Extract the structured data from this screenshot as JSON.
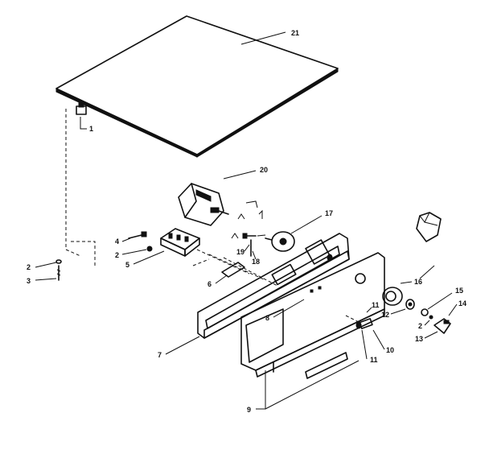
{
  "callouts": {
    "c1": "1",
    "c2a": "2",
    "c2b": "2",
    "c2c": "2",
    "c3": "3",
    "c4": "4",
    "c5": "5",
    "c6": "6",
    "c7": "7",
    "c8": "8",
    "c9": "9",
    "c10": "10",
    "c11a": "11",
    "c11b": "11",
    "c12": "12",
    "c13": "13",
    "c14": "14",
    "c15": "15",
    "c16": "16",
    "c17": "17",
    "c18": "18",
    "c19": "19",
    "c20": "20",
    "c21": "21"
  }
}
